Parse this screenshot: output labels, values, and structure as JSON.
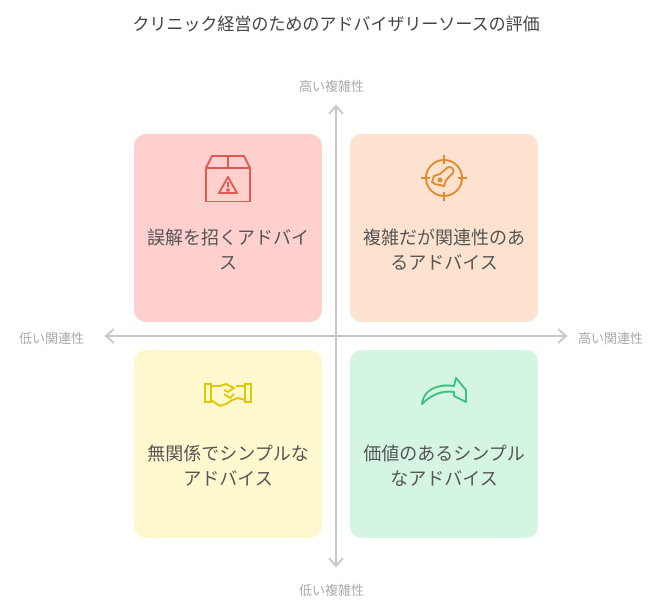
{
  "title": "クリニック経営のためのアドバイザリーソースの評価",
  "axes": {
    "top": "高い複雑性",
    "bottom": "低い複雑性",
    "left": "低い関連性",
    "right": "高い関連性"
  },
  "quadrants": [
    {
      "label": "誤解を招くアドバイス",
      "icon": "box-warning-icon",
      "bg": "#ffd0ce",
      "color": "#e05a52"
    },
    {
      "label": "複雑だが関連性のあるアドバイス",
      "icon": "target-key-icon",
      "bg": "#fde3cf",
      "color": "#e08a30"
    },
    {
      "label": "無関係でシンプルなアドバイス",
      "icon": "handshake-icon",
      "bg": "#fef8cf",
      "color": "#e0c800"
    },
    {
      "label": "価値のあるシンプルなアドバイス",
      "icon": "arrow-curve-icon",
      "bg": "#d5f5e3",
      "color": "#3cbf7f"
    }
  ]
}
